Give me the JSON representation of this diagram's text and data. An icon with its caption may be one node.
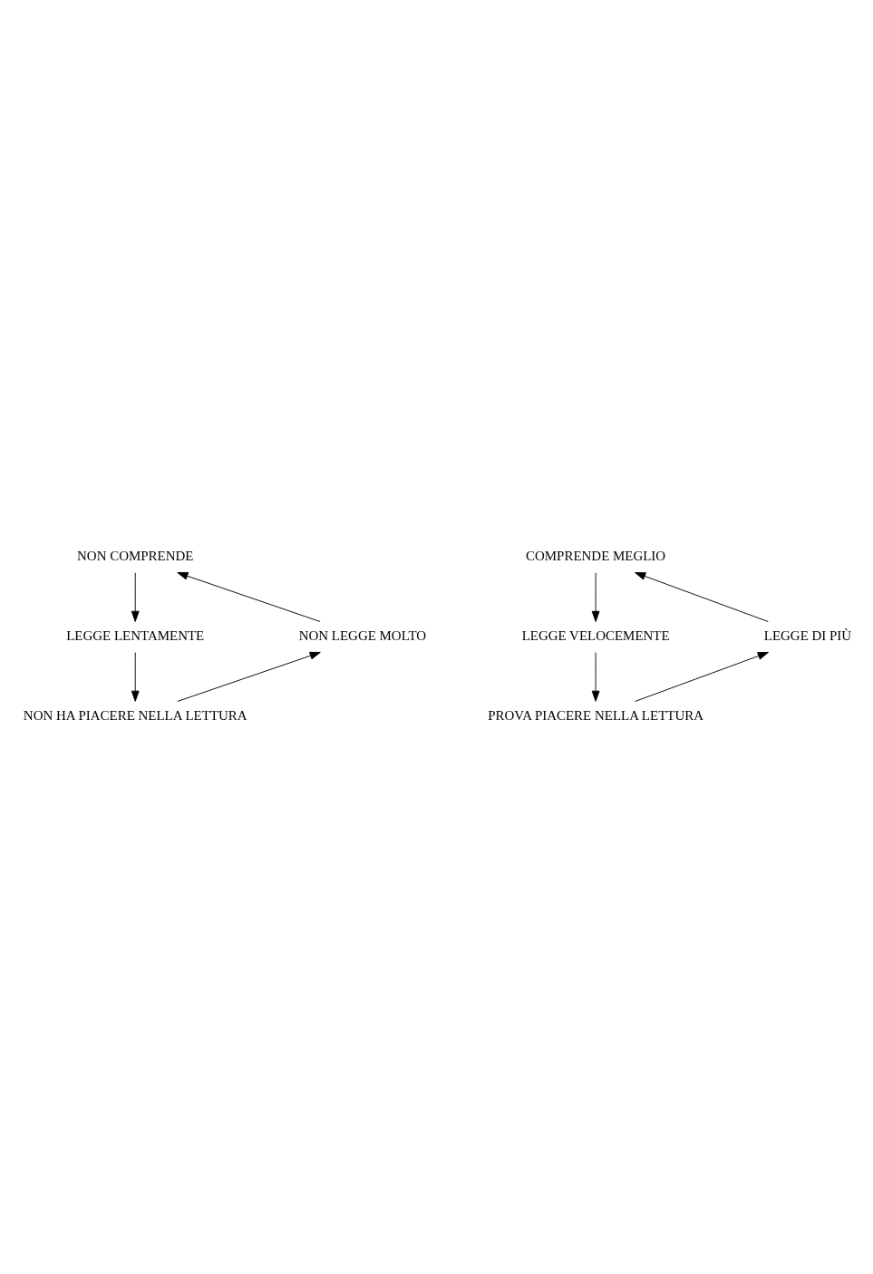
{
  "diagram": {
    "nodes": [
      {
        "text": [
          "NON COMPRENDE"
        ]
      },
      {
        "text": [
          "LEGGE LENTAMENTE"
        ]
      },
      {
        "text": [
          "NON HA PIACERE NELLA LETTURA"
        ]
      },
      {
        "text": [
          "NON LEGGE MOLTO"
        ]
      },
      {
        "text": [
          "COMPRENDE MEGLIO"
        ]
      },
      {
        "text": [
          "LEGGE VELOCEMENTE"
        ]
      },
      {
        "text": [
          "PROVA PIACERE NELLA LETTURA"
        ]
      },
      {
        "text": [
          "LEGGE DI PIÙ"
        ]
      }
    ],
    "edges": [
      {
        "from": 0,
        "to": 1,
        "arrow": "to"
      },
      {
        "from": 1,
        "to": 2,
        "arrow": "to"
      },
      {
        "from": 2,
        "to": 3,
        "arrow": "to"
      },
      {
        "from": 3,
        "to": 0,
        "arrow": "to"
      },
      {
        "from": 4,
        "to": 5,
        "arrow": "to"
      },
      {
        "from": 5,
        "to": 6,
        "arrow": "to"
      },
      {
        "from": 6,
        "to": 7,
        "arrow": "to"
      },
      {
        "from": 7,
        "to": 4,
        "arrow": "to"
      }
    ]
  }
}
